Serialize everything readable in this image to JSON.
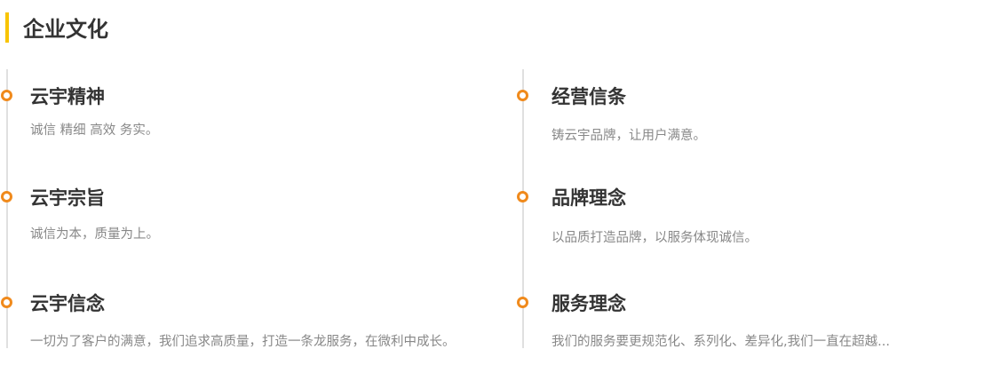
{
  "section_title": "企业文化",
  "accent_color": "#f8c400",
  "dot_color": "#f08a1c",
  "items": [
    {
      "title": "云宇精神",
      "desc": "诚信 精细 高效 务实。"
    },
    {
      "title": "经营信条",
      "desc": "铸云宇品牌，让用户满意。"
    },
    {
      "title": "云宇宗旨",
      "desc": "诚信为本，质量为上。"
    },
    {
      "title": "品牌理念",
      "desc": "以品质打造品牌，以服务体现诚信。"
    },
    {
      "title": "云宇信念",
      "desc": "一切为了客户的满意，我们追求高质量，打造一条龙服务，在微利中成长。"
    },
    {
      "title": "服务理念",
      "desc": "我们的服务要更规范化、系列化、差异化,我们一直在超越..."
    }
  ]
}
